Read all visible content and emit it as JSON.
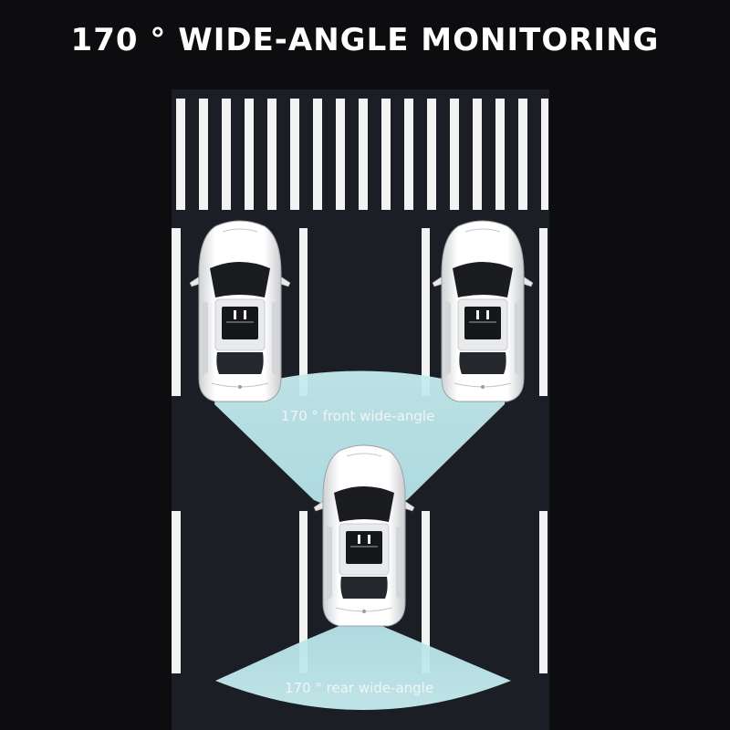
{
  "title": "170 ° WIDE-ANGLE MONITORING",
  "front_caption": "170 ° front wide-angle",
  "rear_caption": "170 ° rear wide-angle",
  "colors": {
    "background": "#0d0d0f",
    "road": "#1c1e25",
    "stripe": "#f3f3f3",
    "wedge": "#b9e6ea",
    "car_body": "#f4f4f4",
    "glass": "#1a1c20"
  },
  "cars": [
    "left-parked-car",
    "right-parked-car",
    "center-car"
  ]
}
